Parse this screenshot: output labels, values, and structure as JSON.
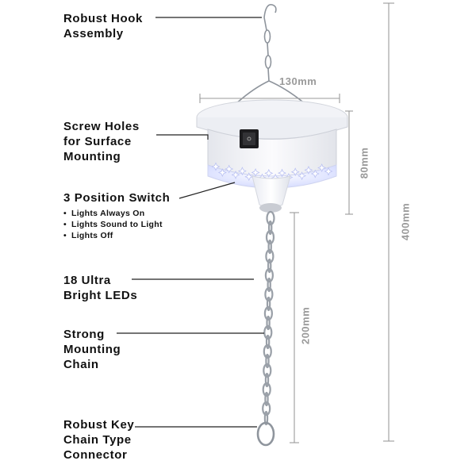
{
  "callouts": {
    "hook": {
      "lines": [
        "Robust Hook",
        "Assembly"
      ]
    },
    "screw_holes": {
      "lines": [
        "Screw Holes",
        "for Surface",
        "Mounting"
      ]
    },
    "switch": {
      "lines": [
        "3 Position Switch"
      ],
      "bullets": [
        "Lights Always On",
        "Lights Sound to Light",
        "Lights Off"
      ]
    },
    "leds": {
      "lines": [
        "18 Ultra",
        "Bright LEDs"
      ]
    },
    "chain": {
      "lines": [
        "Strong",
        "Mounting",
        "Chain"
      ]
    },
    "connector": {
      "lines": [
        "Robust Key",
        "Chain Type",
        "Connector"
      ]
    }
  },
  "dimensions": {
    "width": "130mm",
    "body_height": "80mm",
    "chain_length": "200mm",
    "total_height": "400mm"
  },
  "colors": {
    "text": "#111111",
    "dimension": "#9a9a9a",
    "leader": "#222222",
    "housing": "#f4f5f8",
    "led_glow": "#dde2ff",
    "chain": "#9aa0a8"
  }
}
